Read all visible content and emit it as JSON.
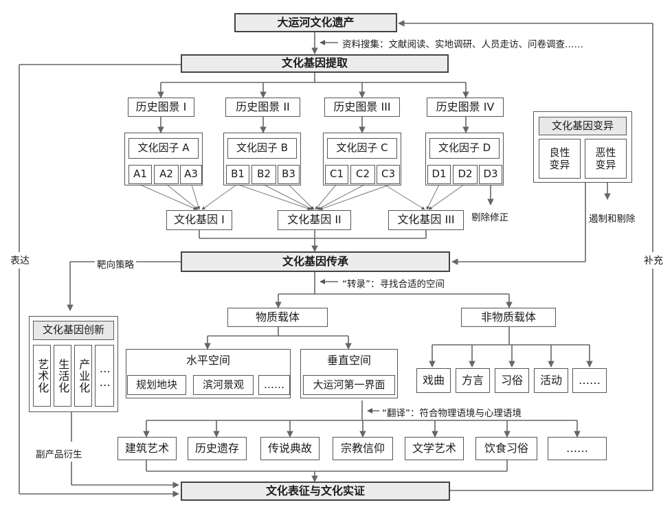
{
  "top": "大运河文化遗产",
  "collect_note": "资料搜集：文献阅读、实地调研、人员走访、问卷调查……",
  "extract": "文化基因提取",
  "scenes": [
    "历史图景 I",
    "历史图景 II",
    "历史图景 III",
    "历史图景 IV"
  ],
  "factor_groups": [
    {
      "title": "文化因子 A",
      "items": [
        "A1",
        "A2",
        "A3"
      ]
    },
    {
      "title": "文化因子 B",
      "items": [
        "B1",
        "B2",
        "B3"
      ]
    },
    {
      "title": "文化因子 C",
      "items": [
        "C1",
        "C2",
        "C3"
      ]
    },
    {
      "title": "文化因子 D",
      "items": [
        "D1",
        "D2",
        "D3"
      ]
    }
  ],
  "genes": [
    "文化基因 I",
    "文化基因 II",
    "文化基因 III"
  ],
  "remove_fix": "剔除修正",
  "variation": {
    "title": "文化基因变异",
    "good": "良性变异",
    "bad": "恶性变异"
  },
  "suppress": "遏制和剔除",
  "inherit": "文化基因传承",
  "target_strategy": "靶向策略",
  "express": "表达",
  "supplement": "补充",
  "transcribe_note": "“转录”：寻找合适的空间",
  "material": "物质载体",
  "immaterial": "非物质载体",
  "horizontal": "水平空间",
  "vertical": "垂直空间",
  "h_items": [
    "规划地块",
    "滨河景观",
    "……"
  ],
  "v_items": [
    "大运河第一界面"
  ],
  "im_items": [
    "戏曲",
    "方言",
    "习俗",
    "活动",
    "……"
  ],
  "innovation": {
    "title": "文化基因创新",
    "items": [
      "艺术化",
      "生活化",
      "产业化",
      "……"
    ]
  },
  "translate_note": "“翻译”：符合物理语境与心理语境",
  "forms": [
    "建筑艺术",
    "历史遗存",
    "传说典故",
    "宗教信仰",
    "文学艺术",
    "饮食习俗",
    "……"
  ],
  "byproduct": "副产品衍生",
  "final": "文化表征与文化实证"
}
